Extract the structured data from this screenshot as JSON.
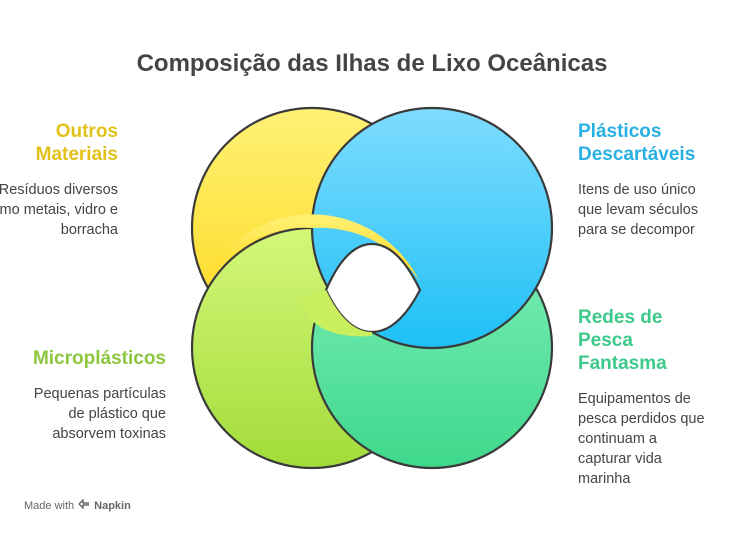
{
  "title": "Composição das Ilhas de Lixo Oceânicas",
  "segments": {
    "top_left": {
      "heading_line1": "Outros",
      "heading_line2": "Materiais",
      "desc_line1": "Resíduos diversos",
      "desc_line2": "como metais, vidro e",
      "desc_line3": "borracha",
      "color": "#e8c824",
      "fill_top": "#fff176",
      "fill_bottom": "#fdd81a"
    },
    "top_right": {
      "heading_line1": "Plásticos",
      "heading_line2": "Descartáveis",
      "desc_line1": "Itens de uso único",
      "desc_line2": "que levam séculos",
      "desc_line3": "para se decompor",
      "color": "#29b6e6",
      "fill_top": "#7fdcff",
      "fill_bottom": "#1ec0f5"
    },
    "bottom_left": {
      "heading_line1": "Microplásticos",
      "desc_line1": "Pequenas partículas",
      "desc_line2": "de plástico que",
      "desc_line3": "absorvem toxinas",
      "color": "#8cc63f",
      "fill_top": "#d4f77a",
      "fill_bottom": "#a3dc3a"
    },
    "bottom_right": {
      "heading_line1": "Redes de",
      "heading_line2": "Pesca",
      "heading_line3": "Fantasma",
      "desc_line1": "Equipamentos de",
      "desc_line2": "pesca perdidos que",
      "desc_line3": "continuam a",
      "desc_line4": "capturar vida",
      "desc_line5": "marinha",
      "color": "#3cc98a",
      "fill_top": "#7ff0b8",
      "fill_bottom": "#3ed88c"
    }
  },
  "footer": {
    "made_with": "Made with",
    "brand": "Napkin"
  }
}
